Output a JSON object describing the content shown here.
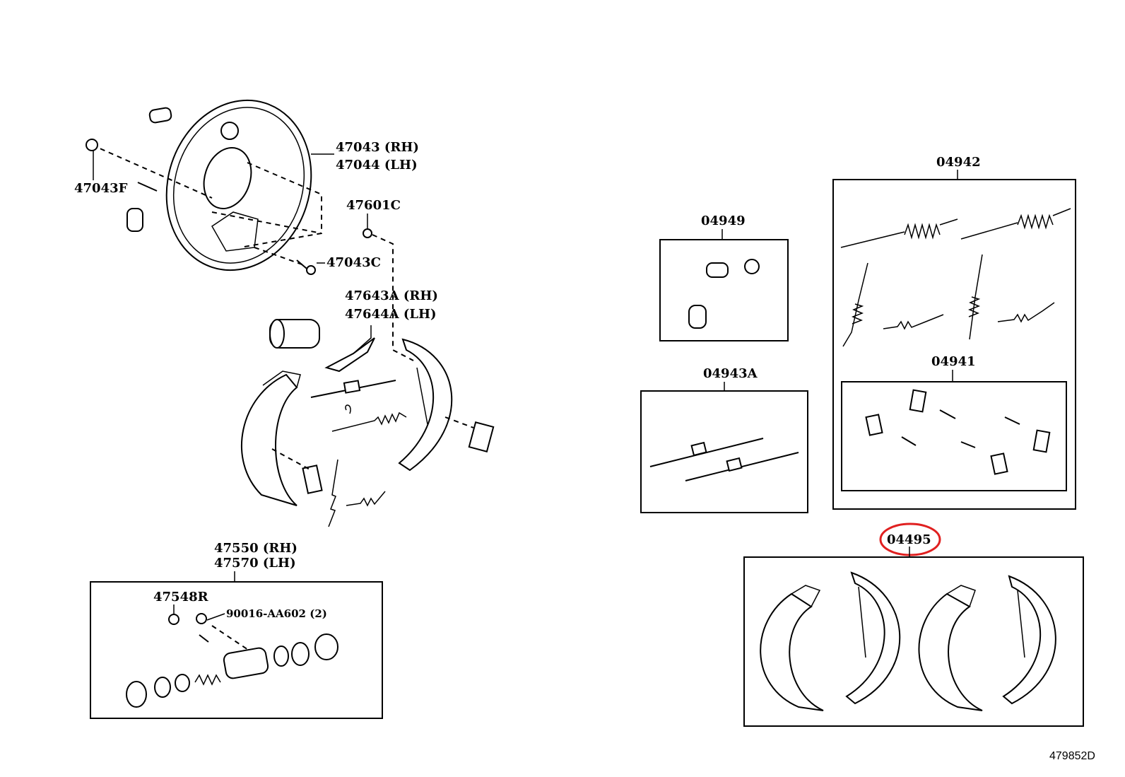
{
  "labels": {
    "backing_plate_rh": "47043 (RH)",
    "backing_plate_lh": "47044 (LH)",
    "plug": "47043F",
    "bolt": "47043C",
    "nut": "47601C",
    "lever_rh": "47643A (RH)",
    "lever_lh": "47644A (LH)",
    "cylinder_rh": "47550 (RH)",
    "cylinder_lh": "47570 (LH)",
    "bleeder": "47548R",
    "screw": "90016-AA602 (2)",
    "kit_04949": "04949",
    "kit_04943a": "04943A",
    "kit_04942": "04942",
    "kit_04941": "04941",
    "kit_04495": "04495"
  },
  "highlight_color": "#e02020",
  "diagram_id": "479852D"
}
